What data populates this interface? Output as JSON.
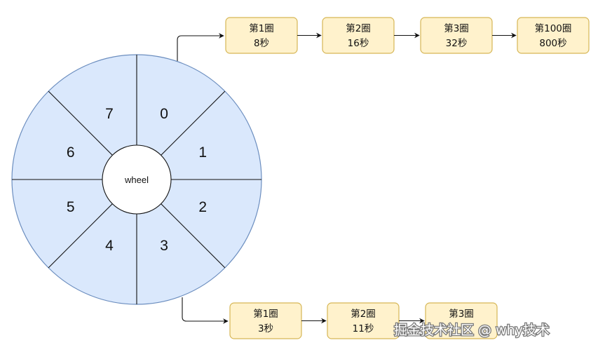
{
  "wheel": {
    "hub_label": "wheel",
    "slots": [
      "0",
      "1",
      "2",
      "3",
      "4",
      "5",
      "6",
      "7"
    ],
    "fill_color": "#dae8fc",
    "stroke_color": "#6c8ebf"
  },
  "top_chain": [
    {
      "title": "第1圈",
      "value": "8秒"
    },
    {
      "title": "第2圈",
      "value": "16秒"
    },
    {
      "title": "第3圈",
      "value": "32秒"
    },
    {
      "title": "第100圈",
      "value": "800秒"
    }
  ],
  "bottom_chain": [
    {
      "title": "第1圈",
      "value": "3秒"
    },
    {
      "title": "第2圈",
      "value": "11秒"
    },
    {
      "title": "第3圈",
      "value": ""
    }
  ],
  "node_style": {
    "fill_color": "#fff2cc",
    "stroke_color": "#d6b656"
  },
  "watermark": "掘金技术社区 @ why技术"
}
